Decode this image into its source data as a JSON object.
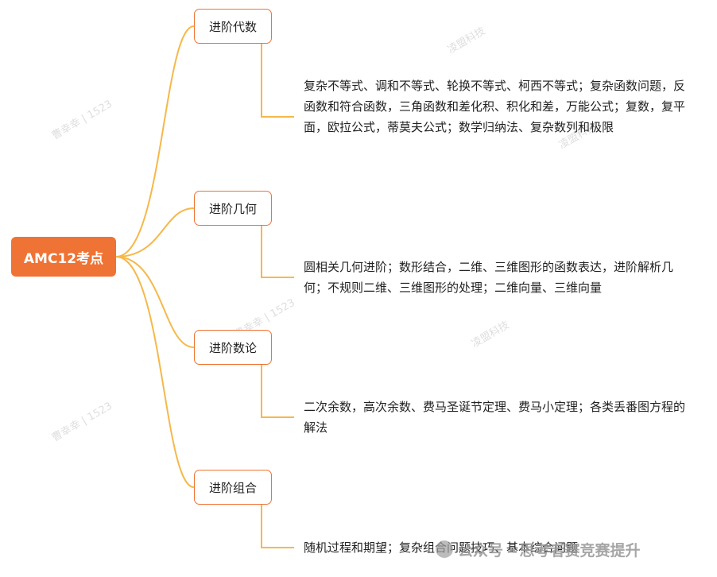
{
  "colors": {
    "root_fill": "#ef7334",
    "branch_border": "#ef7334",
    "connector": "#f6b84a"
  },
  "root": {
    "label": "AMC12考点"
  },
  "branches": [
    {
      "label": "进阶代数",
      "detail": "复杂不等式、调和不等式、轮换不等式、柯西不等式；复杂函数问题，反函数和符合函数，三角函数和差化积、积化和差，万能公式；复数，复平面，欧拉公式，蒂莫夫公式；数学归纳法、复杂数列和极限"
    },
    {
      "label": "进阶几何",
      "detail": "圆相关几何进阶；数形结合，二维、三维图形的函数表达，进阶解析几何；不规则二维、三维图形的处理；二维向量、三维向量"
    },
    {
      "label": "进阶数论",
      "detail": "二次余数，高次余数、费马圣诞节定理、费马小定理；各类丢番图方程的解法"
    },
    {
      "label": "进阶组合",
      "detail": "随机过程和期望；复杂组合问题技巧、基本综合问题"
    }
  ],
  "watermarks": [
    "曹幸幸 | 1523",
    "凌盟科技",
    "曹幸幸 | 1523",
    "凌盟科技",
    "曹幸幸 | 1523",
    "凌盟科技"
  ],
  "footer": {
    "text": "公众号 · 思考者赛竞赛提升"
  }
}
